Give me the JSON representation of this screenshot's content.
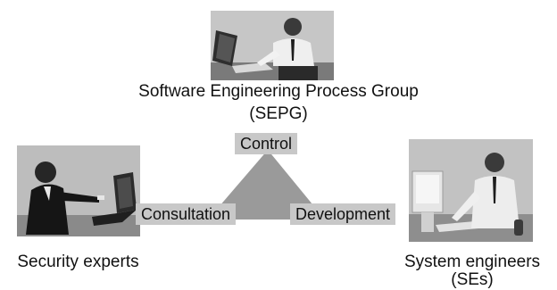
{
  "diagram": {
    "top_group": {
      "name_line1": "Software Engineering Process Group",
      "name_line2": "(SEPG)"
    },
    "left_group": {
      "name": "Security experts"
    },
    "right_group": {
      "name_line1": "System engineers",
      "name_line2": "(SEs)"
    },
    "relations": {
      "top": "Control",
      "left": "Consultation",
      "right": "Development"
    },
    "colors": {
      "triangle": "#9a9a9a",
      "tag_background": "#c8c8c8",
      "photo_background": "#bfbfbf"
    }
  }
}
